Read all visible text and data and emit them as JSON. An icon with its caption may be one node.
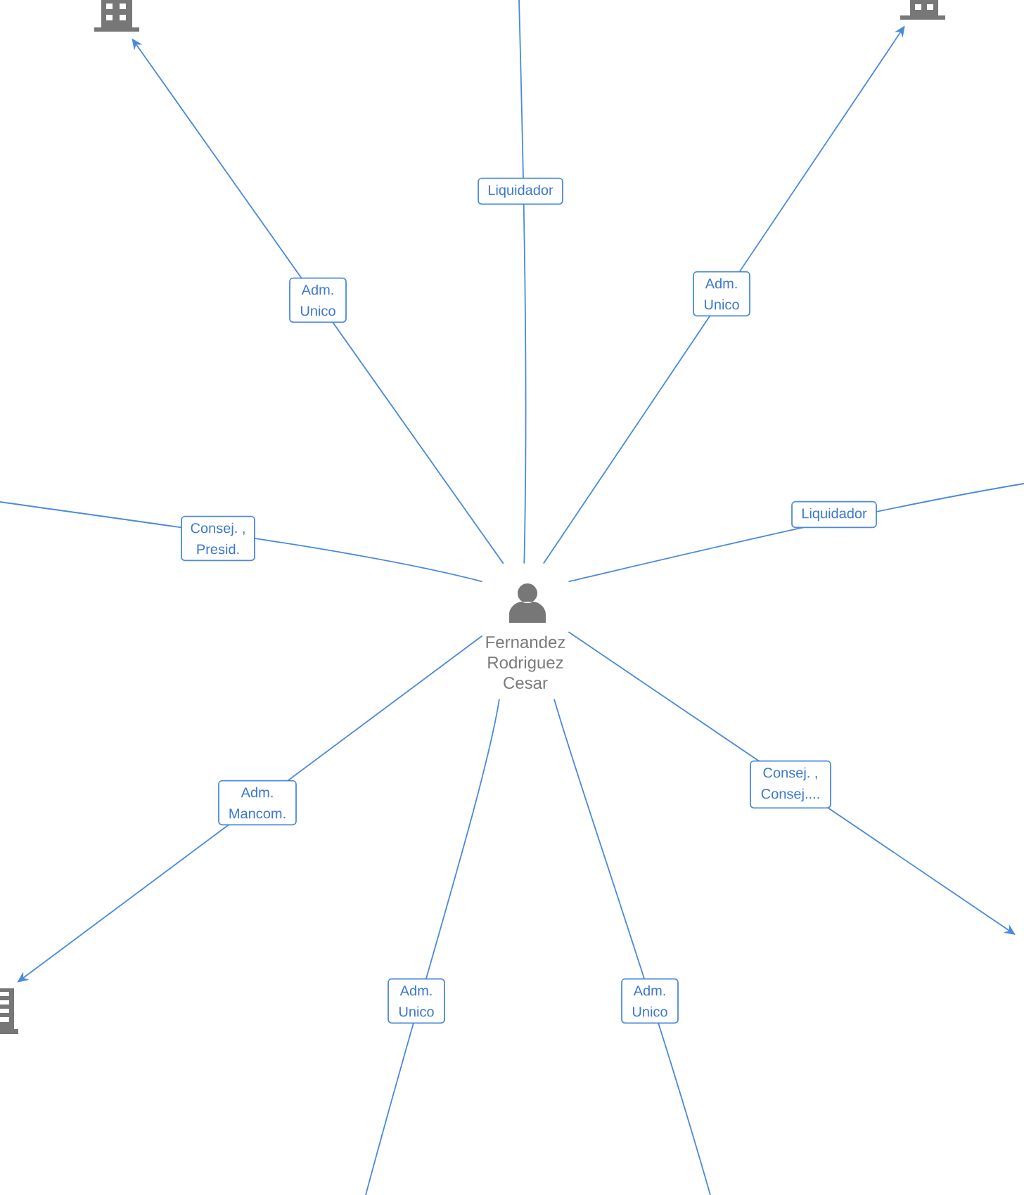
{
  "diagram": {
    "nodes": [
      {
        "text": [],
        "shape": "picture"
      },
      {
        "text": [],
        "shape": "picture"
      },
      {
        "text": [
          "Fernandez Rodriguez Cesar"
        ]
      },
      {
        "text": [],
        "shape": "picture"
      }
    ],
    "edges": [
      {
        "from": 2,
        "to": 0,
        "arrow": "to",
        "label": "Adm. Unico"
      },
      {
        "from": 2,
        "to": null,
        "arrow": "none",
        "label": "Liquidador"
      },
      {
        "from": 2,
        "to": 1,
        "arrow": "to",
        "label": "Adm. Unico"
      },
      {
        "from": 2,
        "to": null,
        "arrow": "none",
        "label": "Consej. , Presid."
      },
      {
        "from": 2,
        "to": null,
        "arrow": "none",
        "label": "Liquidador"
      },
      {
        "from": 2,
        "to": 3,
        "arrow": "to",
        "label": "Adm. Mancom."
      },
      {
        "from": 2,
        "to": null,
        "arrow": "none",
        "label": "Adm. Unico"
      },
      {
        "from": 2,
        "to": null,
        "arrow": "none",
        "label": "Adm. Unico"
      },
      {
        "from": 2,
        "to": null,
        "arrow": "to",
        "label": "Consej. , Consej...."
      }
    ]
  }
}
